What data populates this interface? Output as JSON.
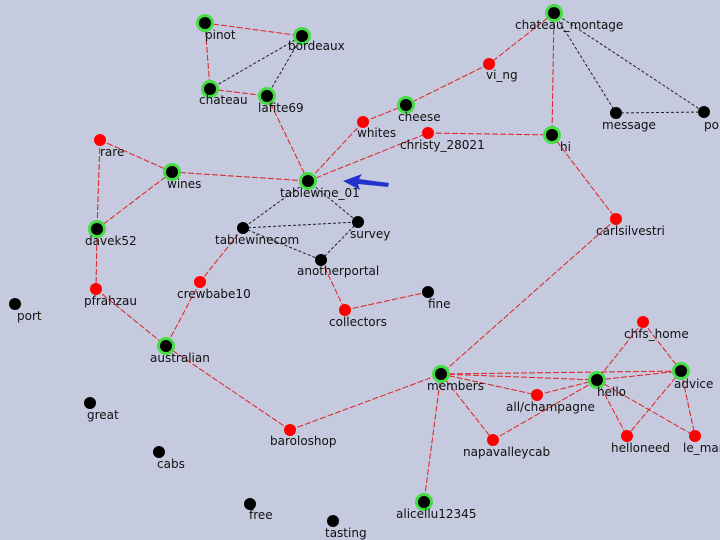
{
  "colors": {
    "background": "#c6cadf",
    "red_node": "#ff0000",
    "black_node": "#000000",
    "highlight_ring": "#44dd44",
    "red_edge": "#e02020",
    "black_edge": "#202020",
    "arrow": "#2233cc"
  },
  "nodes": [
    {
      "id": "pinot",
      "label": "pinot",
      "color": "black",
      "ring": true
    },
    {
      "id": "bordeaux",
      "label": "bordeaux",
      "color": "black",
      "ring": true
    },
    {
      "id": "chateau",
      "label": "chateau",
      "color": "black",
      "ring": true
    },
    {
      "id": "lafite69",
      "label": "lafite69",
      "color": "black",
      "ring": true
    },
    {
      "id": "chateau_montage",
      "label": "chateau_montage",
      "color": "black",
      "ring": true
    },
    {
      "id": "vi_ng",
      "label": "vi_ng",
      "color": "red",
      "ring": false
    },
    {
      "id": "cheese",
      "label": "cheese",
      "color": "black",
      "ring": true
    },
    {
      "id": "whites",
      "label": "whites",
      "color": "red",
      "ring": false
    },
    {
      "id": "christy_28021",
      "label": "christy_28021",
      "color": "red",
      "ring": false
    },
    {
      "id": "hi",
      "label": "hi",
      "color": "black",
      "ring": true
    },
    {
      "id": "message",
      "label": "message",
      "color": "black",
      "ring": false
    },
    {
      "id": "po",
      "label": "po",
      "color": "black",
      "ring": false
    },
    {
      "id": "rare",
      "label": "rare",
      "color": "red",
      "ring": false
    },
    {
      "id": "wines",
      "label": "wines",
      "color": "black",
      "ring": true
    },
    {
      "id": "tablewine_01",
      "label": "tablewine_01",
      "color": "black",
      "ring": true
    },
    {
      "id": "tablewinecom",
      "label": "tablewinecom",
      "color": "black",
      "ring": false
    },
    {
      "id": "survey",
      "label": "survey",
      "color": "black",
      "ring": false
    },
    {
      "id": "anotherportal",
      "label": "anotherportal",
      "color": "black",
      "ring": false
    },
    {
      "id": "davek52",
      "label": "davek52",
      "color": "black",
      "ring": true
    },
    {
      "id": "carlsilvestri",
      "label": "carlsilvestri",
      "color": "red",
      "ring": false
    },
    {
      "id": "pfrahzau",
      "label": "pfrahzau",
      "color": "red",
      "ring": false
    },
    {
      "id": "crewbabe10",
      "label": "crewbabe10",
      "color": "red",
      "ring": false
    },
    {
      "id": "fine",
      "label": "fine",
      "color": "black",
      "ring": false
    },
    {
      "id": "collectors",
      "label": "collectors",
      "color": "red",
      "ring": false
    },
    {
      "id": "port",
      "label": "port",
      "color": "black",
      "ring": false
    },
    {
      "id": "chfs_home",
      "label": "chfs_home",
      "color": "red",
      "ring": false
    },
    {
      "id": "australian",
      "label": "australian",
      "color": "black",
      "ring": true
    },
    {
      "id": "members",
      "label": "members",
      "color": "black",
      "ring": true
    },
    {
      "id": "hello",
      "label": "hello",
      "color": "black",
      "ring": true
    },
    {
      "id": "advice",
      "label": "advice",
      "color": "black",
      "ring": true
    },
    {
      "id": "all_champagne",
      "label": "all/champagne",
      "color": "red",
      "ring": false
    },
    {
      "id": "great",
      "label": "great",
      "color": "black",
      "ring": false
    },
    {
      "id": "baroloshop",
      "label": "baroloshop",
      "color": "red",
      "ring": false
    },
    {
      "id": "napavalleycab",
      "label": "napavalleycab",
      "color": "red",
      "ring": false
    },
    {
      "id": "helloneed",
      "label": "helloneed",
      "color": "red",
      "ring": false
    },
    {
      "id": "le_mar",
      "label": "le_mar",
      "color": "red",
      "ring": false
    },
    {
      "id": "cabs",
      "label": "cabs",
      "color": "black",
      "ring": false
    },
    {
      "id": "free",
      "label": "free",
      "color": "black",
      "ring": false
    },
    {
      "id": "tasting",
      "label": "tasting",
      "color": "black",
      "ring": false
    },
    {
      "id": "alicellu12345",
      "label": "alicellu12345",
      "color": "black",
      "ring": true
    }
  ],
  "edges": [
    {
      "from": "pinot",
      "to": "bordeaux",
      "style": "red"
    },
    {
      "from": "pinot",
      "to": "chateau",
      "style": "red"
    },
    {
      "from": "chateau",
      "to": "bordeaux",
      "style": "black"
    },
    {
      "from": "chateau",
      "to": "lafite69",
      "style": "red"
    },
    {
      "from": "lafite69",
      "to": "bordeaux",
      "style": "black"
    },
    {
      "from": "lafite69",
      "to": "tablewine_01",
      "style": "red"
    },
    {
      "from": "chateau_montage",
      "to": "vi_ng",
      "style": "red"
    },
    {
      "from": "vi_ng",
      "to": "cheese",
      "style": "red"
    },
    {
      "from": "chateau_montage",
      "to": "hi",
      "style": "red"
    },
    {
      "from": "chateau_montage",
      "to": "message",
      "style": "black"
    },
    {
      "from": "chateau_montage",
      "to": "po",
      "style": "black"
    },
    {
      "from": "message",
      "to": "po",
      "style": "black"
    },
    {
      "from": "cheese",
      "to": "whites",
      "style": "red"
    },
    {
      "from": "whites",
      "to": "tablewine_01",
      "style": "red"
    },
    {
      "from": "tablewine_01",
      "to": "christy_28021",
      "style": "red"
    },
    {
      "from": "christy_28021",
      "to": "hi",
      "style": "red"
    },
    {
      "from": "hi",
      "to": "carlsilvestri",
      "style": "red"
    },
    {
      "from": "carlsilvestri",
      "to": "members",
      "style": "red"
    },
    {
      "from": "rare",
      "to": "wines",
      "style": "red"
    },
    {
      "from": "rare",
      "to": "davek52",
      "style": "red"
    },
    {
      "from": "wines",
      "to": "davek52",
      "style": "red"
    },
    {
      "from": "wines",
      "to": "tablewine_01",
      "style": "red"
    },
    {
      "from": "tablewine_01",
      "to": "tablewinecom",
      "style": "black"
    },
    {
      "from": "tablewine_01",
      "to": "survey",
      "style": "black"
    },
    {
      "from": "tablewinecom",
      "to": "survey",
      "style": "black"
    },
    {
      "from": "tablewinecom",
      "to": "anotherportal",
      "style": "black"
    },
    {
      "from": "survey",
      "to": "anotherportal",
      "style": "black"
    },
    {
      "from": "anotherportal",
      "to": "collectors",
      "style": "red"
    },
    {
      "from": "collectors",
      "to": "fine",
      "style": "red"
    },
    {
      "from": "tablewinecom",
      "to": "crewbabe10",
      "style": "red"
    },
    {
      "from": "crewbabe10",
      "to": "australian",
      "style": "red"
    },
    {
      "from": "davek52",
      "to": "pfrahzau",
      "style": "red"
    },
    {
      "from": "pfrahzau",
      "to": "australian",
      "style": "red"
    },
    {
      "from": "australian",
      "to": "baroloshop",
      "style": "red"
    },
    {
      "from": "baroloshop",
      "to": "members",
      "style": "red"
    },
    {
      "from": "members",
      "to": "all_champagne",
      "style": "red"
    },
    {
      "from": "members",
      "to": "napavalleycab",
      "style": "red"
    },
    {
      "from": "members",
      "to": "hello",
      "style": "red"
    },
    {
      "from": "members",
      "to": "advice",
      "style": "red"
    },
    {
      "from": "members",
      "to": "alicellu12345",
      "style": "red"
    },
    {
      "from": "all_champagne",
      "to": "hello",
      "style": "red"
    },
    {
      "from": "napavalleycab",
      "to": "hello",
      "style": "red"
    },
    {
      "from": "chfs_home",
      "to": "hello",
      "style": "red"
    },
    {
      "from": "chfs_home",
      "to": "advice",
      "style": "red"
    },
    {
      "from": "hello",
      "to": "advice",
      "style": "red"
    },
    {
      "from": "hello",
      "to": "helloneed",
      "style": "red"
    },
    {
      "from": "hello",
      "to": "le_mar",
      "style": "red"
    },
    {
      "from": "advice",
      "to": "helloneed",
      "style": "red"
    },
    {
      "from": "advice",
      "to": "le_mar",
      "style": "red"
    }
  ],
  "pointer": {
    "target": "tablewine_01",
    "icon": "arrow-left-icon"
  }
}
